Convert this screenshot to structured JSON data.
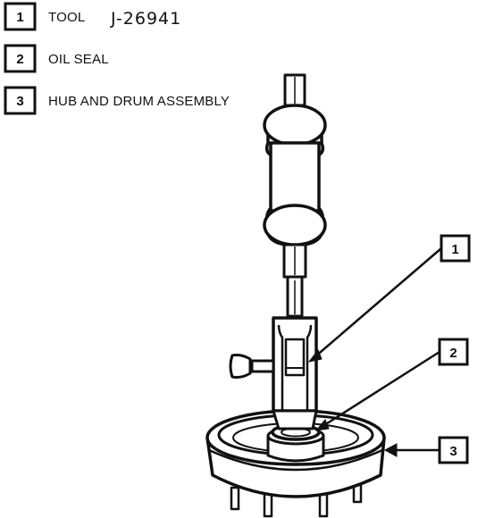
{
  "legend": [
    {
      "number": "1",
      "label": "TOOL",
      "code": "J-26941"
    },
    {
      "number": "2",
      "label": "OIL SEAL"
    },
    {
      "number": "3",
      "label": "HUB AND DRUM ASSEMBLY"
    }
  ],
  "callouts": [
    "1",
    "2",
    "3"
  ],
  "colors": {
    "ink": "#111111",
    "paper": "#ffffff"
  }
}
